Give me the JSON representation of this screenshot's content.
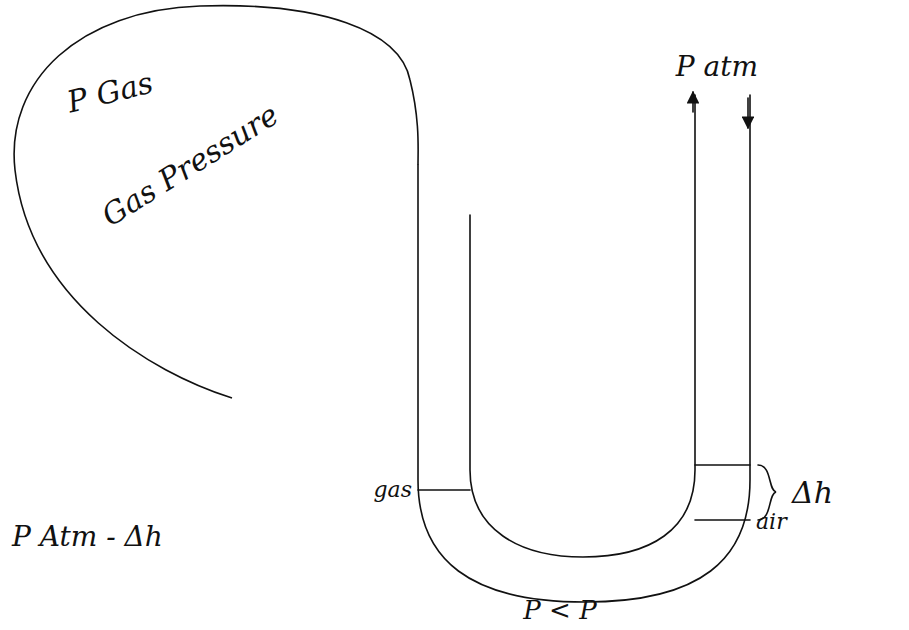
{
  "diagram": {
    "nodes": [
      {
        "text": [
          "P Gas",
          "Gas Pressure"
        ]
      }
    ],
    "labels": [
      "P atm",
      "gas",
      "Δh",
      "air",
      "P Atm - Δh",
      "P < P"
    ]
  }
}
